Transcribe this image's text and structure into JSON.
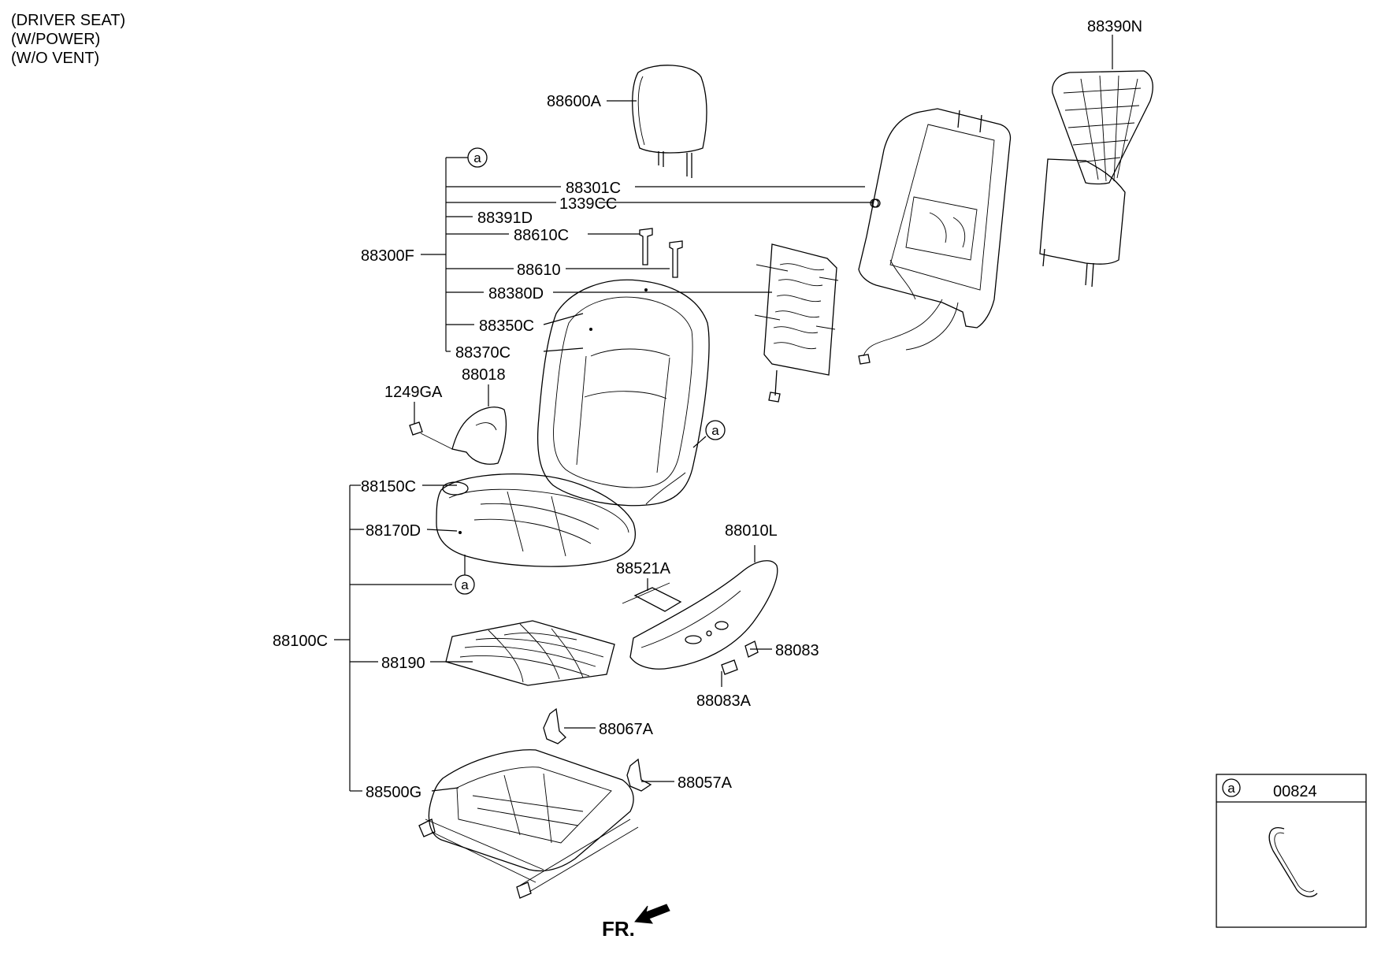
{
  "notes": [
    "(DRIVER SEAT)",
    "(W/POWER)",
    "(W/O VENT)"
  ],
  "parts": {
    "p88390N": "88390N",
    "p88600A": "88600A",
    "p88301C": "88301C",
    "p1339CC": "1339CC",
    "p88391D": "88391D",
    "p88610C": "88610C",
    "p88300F": "88300F",
    "p88610": "88610",
    "p88380D": "88380D",
    "p88350C": "88350C",
    "p88370C": "88370C",
    "p1249GA": "1249GA",
    "p88018": "88018",
    "p88150C": "88150C",
    "p88170D": "88170D",
    "p88010L": "88010L",
    "p88521A": "88521A",
    "p88100C": "88100C",
    "p88083": "88083",
    "p88190": "88190",
    "p88083A": "88083A",
    "p88067A": "88067A",
    "p88057A": "88057A",
    "p88500G": "88500G"
  },
  "callout_letter": "a",
  "inset": {
    "letter": "a",
    "part": "00824"
  },
  "front_label": "FR."
}
